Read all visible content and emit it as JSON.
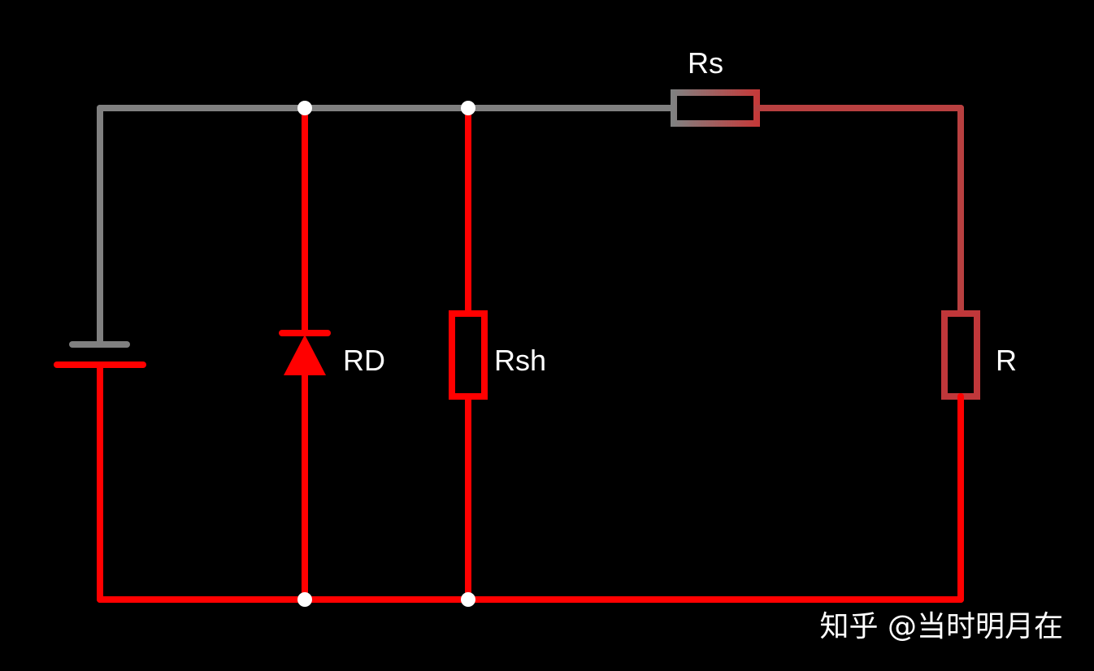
{
  "diagram": {
    "components": {
      "rs_label": "Rs",
      "rd_label": "RD",
      "rsh_label": "Rsh",
      "r_label": "R"
    },
    "colors": {
      "background": "#000000",
      "wire_gray": "#808080",
      "wire_red": "#ff0000",
      "wire_dark_red": "#b84040",
      "junction": "#ffffff",
      "text": "#ffffff"
    }
  },
  "watermark": {
    "text": "知乎 @当时明月在"
  }
}
